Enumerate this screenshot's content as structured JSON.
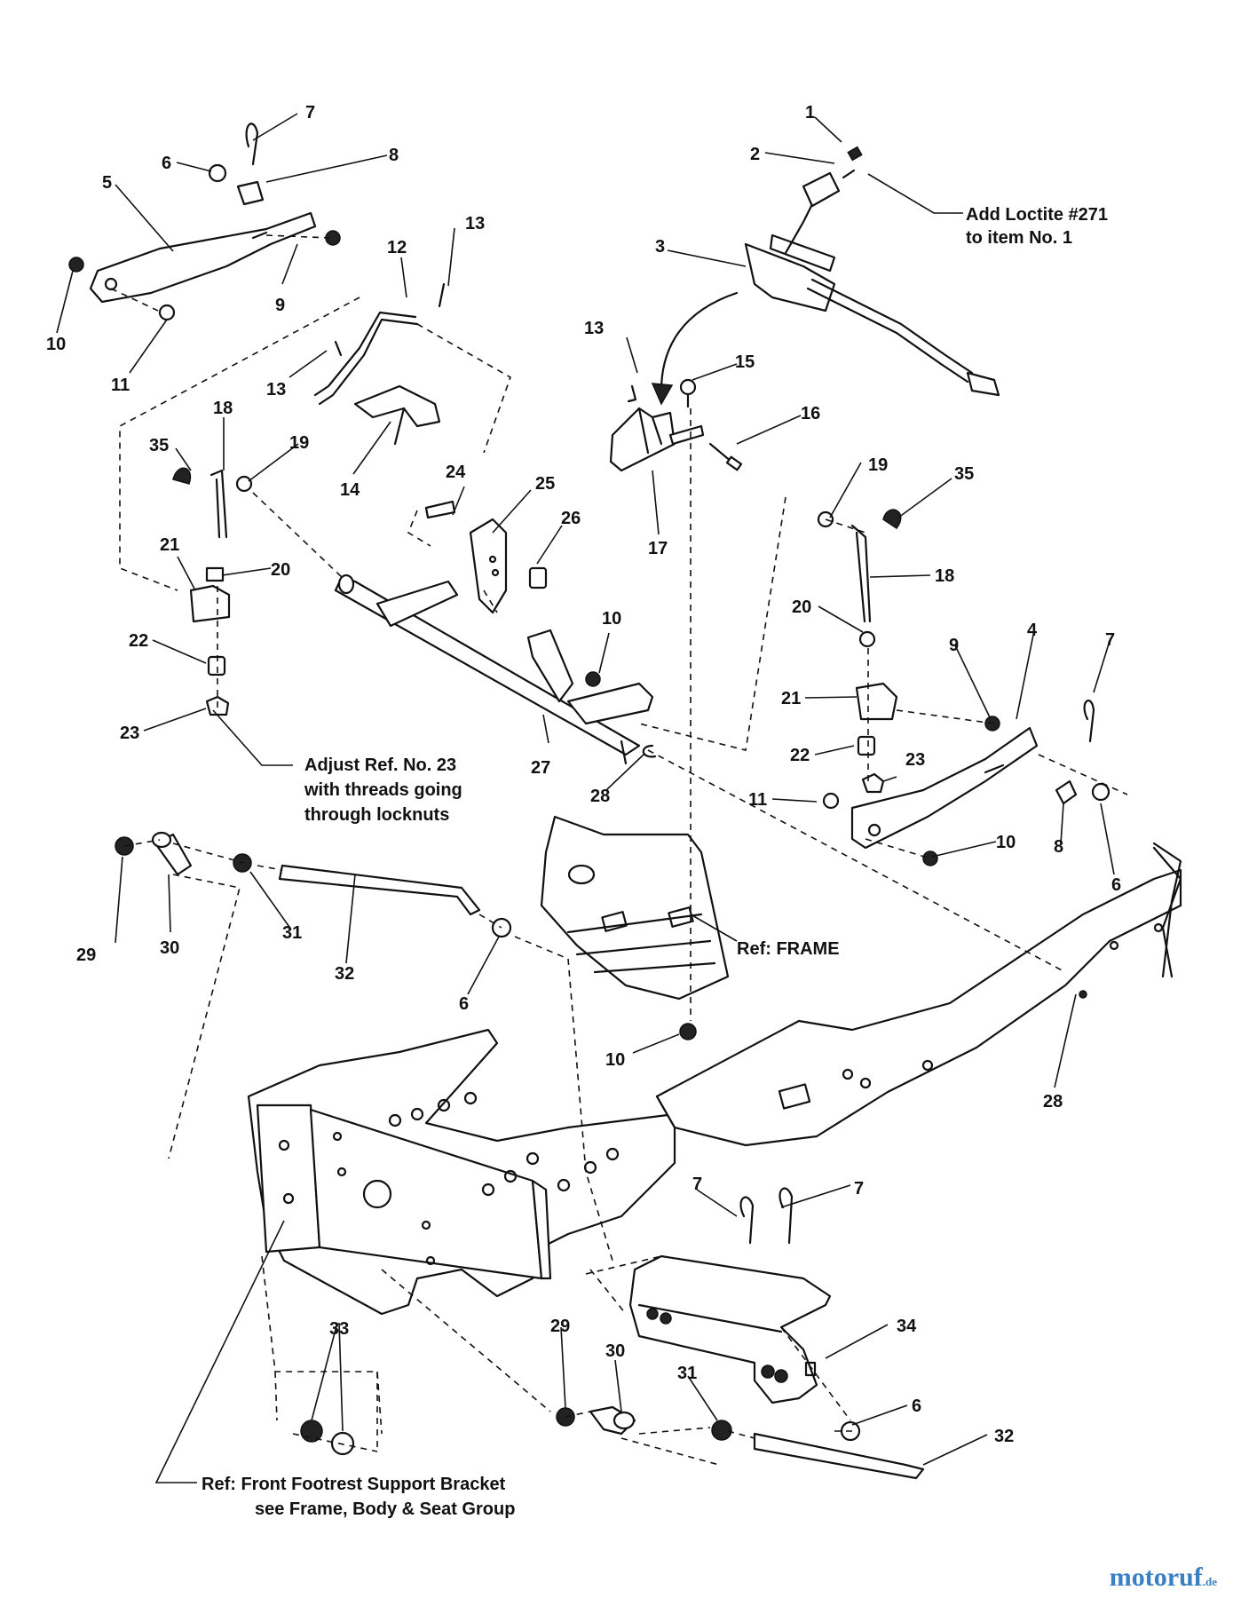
{
  "callouts": {
    "c1": "1",
    "c2": "2",
    "c3": "3",
    "c4": "4",
    "c5": "5",
    "c6a": "6",
    "c6b": "6",
    "c6c": "6",
    "c6d": "6",
    "c7a": "7",
    "c7b": "7",
    "c7c": "7",
    "c7d": "7",
    "c8a": "8",
    "c8b": "8",
    "c9a": "9",
    "c9b": "9",
    "c10a": "10",
    "c10b": "10",
    "c10c": "10",
    "c10d": "10",
    "c11a": "11",
    "c11b": "11",
    "c12": "12",
    "c13a": "13",
    "c13b": "13",
    "c13c": "13",
    "c14": "14",
    "c15": "15",
    "c16": "16",
    "c17": "17",
    "c18a": "18",
    "c18b": "18",
    "c19a": "19",
    "c19b": "19",
    "c20a": "20",
    "c20b": "20",
    "c21a": "21",
    "c21b": "21",
    "c22a": "22",
    "c22b": "22",
    "c23a": "23",
    "c23b": "23",
    "c24": "24",
    "c25": "25",
    "c26": "26",
    "c27": "27",
    "c28a": "28",
    "c28b": "28",
    "c29a": "29",
    "c29b": "29",
    "c30a": "30",
    "c30b": "30",
    "c31a": "31",
    "c31b": "31",
    "c32a": "32",
    "c32b": "32",
    "c33": "33",
    "c34": "34",
    "c35a": "35",
    "c35b": "35"
  },
  "notes": {
    "loctite_line1": "Add Loctite #271",
    "loctite_line2": "to item No. 1",
    "adjust_line1": "Adjust Ref. No. 23",
    "adjust_line2": "with threads going",
    "adjust_line3": "through locknuts",
    "frame_ref": "Ref: FRAME",
    "footrest_line1": "Ref: Front Footrest Support Bracket",
    "footrest_line2": "see Frame, Body & Seat Group"
  },
  "watermark": {
    "brand": "motoruf",
    "suffix": ".de"
  }
}
